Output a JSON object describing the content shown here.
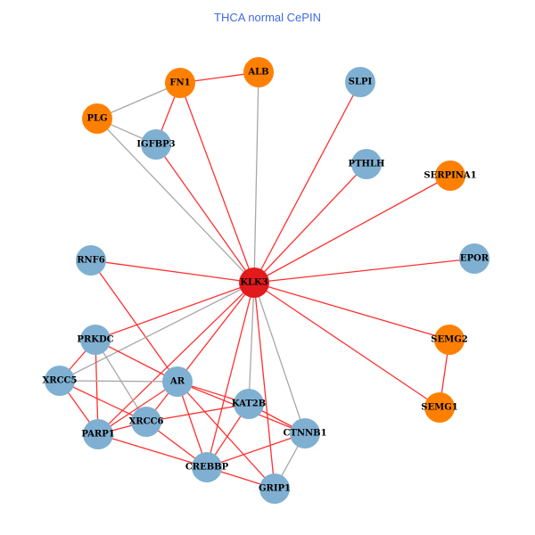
{
  "title": "THCA normal CePIN",
  "colors": {
    "blue": "#7fb0d2",
    "orange": "#ff8000",
    "red": "#e31a1c",
    "edge_red": "#ff3030",
    "edge_gray": "#a8a8a8"
  },
  "nodes": [
    {
      "id": "KLK3",
      "color": "red"
    },
    {
      "id": "FN1",
      "color": "orange"
    },
    {
      "id": "ALB",
      "color": "orange"
    },
    {
      "id": "PLG",
      "color": "orange"
    },
    {
      "id": "SERPINA1",
      "color": "orange"
    },
    {
      "id": "SEMG2",
      "color": "orange"
    },
    {
      "id": "SEMG1",
      "color": "orange"
    },
    {
      "id": "SLPI",
      "color": "blue"
    },
    {
      "id": "IGFBP3",
      "color": "blue"
    },
    {
      "id": "PTHLH",
      "color": "blue"
    },
    {
      "id": "RNF6",
      "color": "blue"
    },
    {
      "id": "EPOR",
      "color": "blue"
    },
    {
      "id": "PRKDC",
      "color": "blue"
    },
    {
      "id": "XRCC5",
      "color": "blue"
    },
    {
      "id": "AR",
      "color": "blue"
    },
    {
      "id": "KAT2B",
      "color": "blue"
    },
    {
      "id": "XRCC6",
      "color": "blue"
    },
    {
      "id": "PARP1",
      "color": "blue"
    },
    {
      "id": "CTNNB1",
      "color": "blue"
    },
    {
      "id": "CREBBP",
      "color": "blue"
    },
    {
      "id": "GRIP1",
      "color": "blue"
    }
  ],
  "edges": [
    [
      "FN1",
      "ALB",
      "red"
    ],
    [
      "FN1",
      "PLG",
      "gray"
    ],
    [
      "FN1",
      "IGFBP3",
      "red"
    ],
    [
      "FN1",
      "KLK3",
      "red"
    ],
    [
      "ALB",
      "KLK3",
      "gray"
    ],
    [
      "PLG",
      "IGFBP3",
      "gray"
    ],
    [
      "PLG",
      "KLK3",
      "gray"
    ],
    [
      "IGFBP3",
      "KLK3",
      "red"
    ],
    [
      "SLPI",
      "KLK3",
      "red"
    ],
    [
      "PTHLH",
      "KLK3",
      "red"
    ],
    [
      "SERPINA1",
      "KLK3",
      "red"
    ],
    [
      "RNF6",
      "KLK3",
      "red"
    ],
    [
      "EPOR",
      "KLK3",
      "red"
    ],
    [
      "SEMG2",
      "KLK3",
      "red"
    ],
    [
      "SEMG1",
      "KLK3",
      "red"
    ],
    [
      "SEMG2",
      "SEMG1",
      "red"
    ],
    [
      "RNF6",
      "AR",
      "red"
    ],
    [
      "KLK3",
      "PRKDC",
      "red"
    ],
    [
      "KLK3",
      "XRCC5",
      "gray"
    ],
    [
      "KLK3",
      "AR",
      "red"
    ],
    [
      "KLK3",
      "PARP1",
      "red"
    ],
    [
      "KLK3",
      "KAT2B",
      "gray"
    ],
    [
      "KLK3",
      "CTNNB1",
      "gray"
    ],
    [
      "KLK3",
      "CREBBP",
      "red"
    ],
    [
      "KLK3",
      "GRIP1",
      "red"
    ],
    [
      "PRKDC",
      "XRCC5",
      "red"
    ],
    [
      "PRKDC",
      "PARP1",
      "red"
    ],
    [
      "PRKDC",
      "AR",
      "red"
    ],
    [
      "PRKDC",
      "XRCC6",
      "gray"
    ],
    [
      "XRCC5",
      "AR",
      "gray"
    ],
    [
      "XRCC5",
      "PARP1",
      "red"
    ],
    [
      "XRCC5",
      "XRCC6",
      "red"
    ],
    [
      "AR",
      "XRCC6",
      "red"
    ],
    [
      "AR",
      "PARP1",
      "red"
    ],
    [
      "AR",
      "CREBBP",
      "red"
    ],
    [
      "AR",
      "GRIP1",
      "red"
    ],
    [
      "AR",
      "KAT2B",
      "red"
    ],
    [
      "AR",
      "CTNNB1",
      "red"
    ],
    [
      "KAT2B",
      "CTNNB1",
      "red"
    ],
    [
      "XRCC6",
      "KAT2B",
      "red"
    ],
    [
      "XRCC6",
      "PARP1",
      "red"
    ],
    [
      "XRCC6",
      "CREBBP",
      "red"
    ],
    [
      "PARP1",
      "CREBBP",
      "red"
    ],
    [
      "CREBBP",
      "KAT2B",
      "red"
    ],
    [
      "CREBBP",
      "CTNNB1",
      "red"
    ],
    [
      "CREBBP",
      "GRIP1",
      "red"
    ],
    [
      "CTNNB1",
      "GRIP1",
      "gray"
    ]
  ]
}
